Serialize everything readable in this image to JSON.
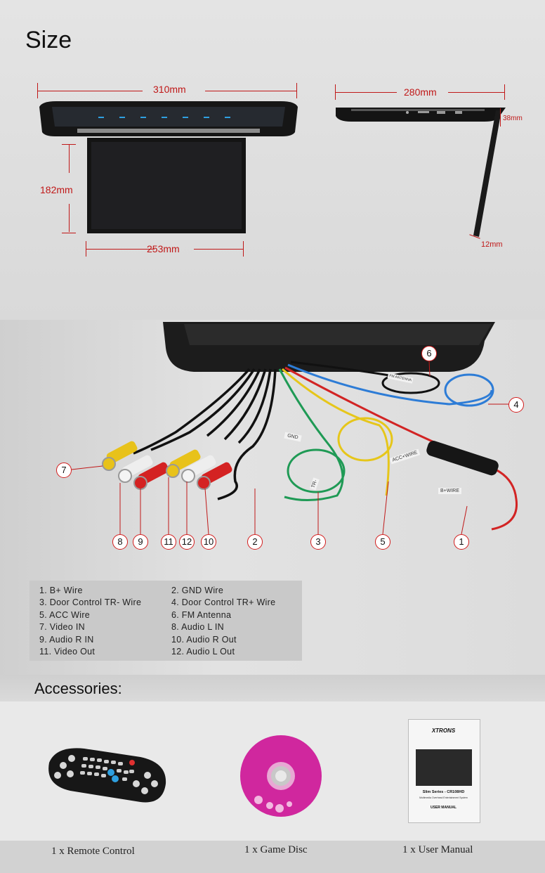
{
  "size": {
    "title": "Size",
    "front_width": "310mm",
    "front_height": "182mm",
    "screen_width": "253mm",
    "side_width": "280mm",
    "side_depth": "38mm",
    "panel_thickness": "12mm"
  },
  "wire_tags": {
    "gnd": "GND",
    "acc": "ACC+WIRE",
    "bplus": "B+WIRE",
    "tr": "TR-",
    "fm": "FM ANTENNA"
  },
  "callouts": [
    "1",
    "2",
    "3",
    "4",
    "5",
    "6",
    "7",
    "8",
    "9",
    "10",
    "11",
    "12"
  ],
  "legend": [
    {
      "left": "1.   B+ Wire",
      "right": "2.   GND Wire"
    },
    {
      "left": "3.   Door Control TR- Wire",
      "right": "4.   Door Control TR+ Wire"
    },
    {
      "left": "5.   ACC Wire",
      "right": "6.   FM Antenna"
    },
    {
      "left": "7.   Video IN",
      "right": "8.   Audio L IN"
    },
    {
      "left": "9.   Audio R IN",
      "right": "10. Audio R Out"
    },
    {
      "left": "11. Video Out",
      "right": "12. Audio L Out"
    }
  ],
  "accessories": {
    "title": "Accessories:",
    "items": [
      "1 x Remote Control",
      "1 x Game Disc",
      "1 x User Manual"
    ],
    "manual_brand": "XTRONS",
    "manual_series": "Slim Series - CR108HD",
    "manual_subtitle": "Multimedia Overhead Entertainment System",
    "manual_label": "USER MANUAL"
  },
  "colors": {
    "dimension": "#c01818",
    "callout_border": "#d21c1c",
    "disc": "#d0279e"
  }
}
